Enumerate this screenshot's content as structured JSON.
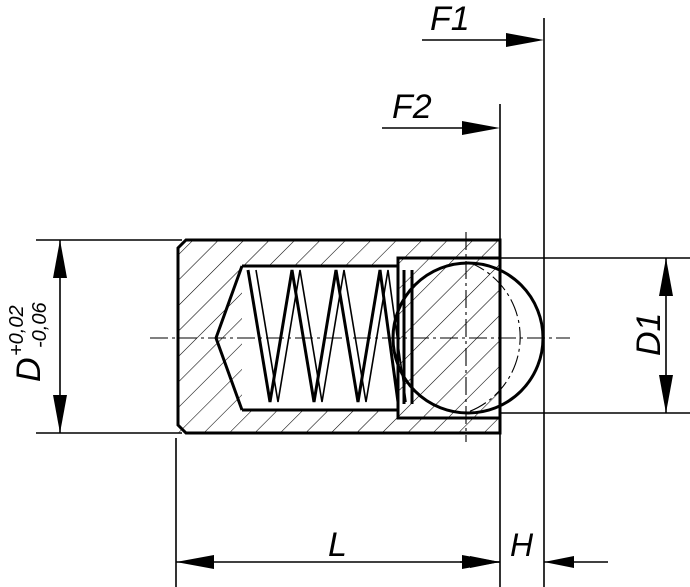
{
  "drawing": {
    "labels": {
      "f1": "F1",
      "f2": "F2",
      "d1": "D1",
      "d": "D",
      "d_tol_upper": "+0,02",
      "d_tol_lower": "-0,06",
      "l": "L",
      "h": "H"
    },
    "colors": {
      "line": "#000000",
      "background": "#ffffff"
    }
  }
}
